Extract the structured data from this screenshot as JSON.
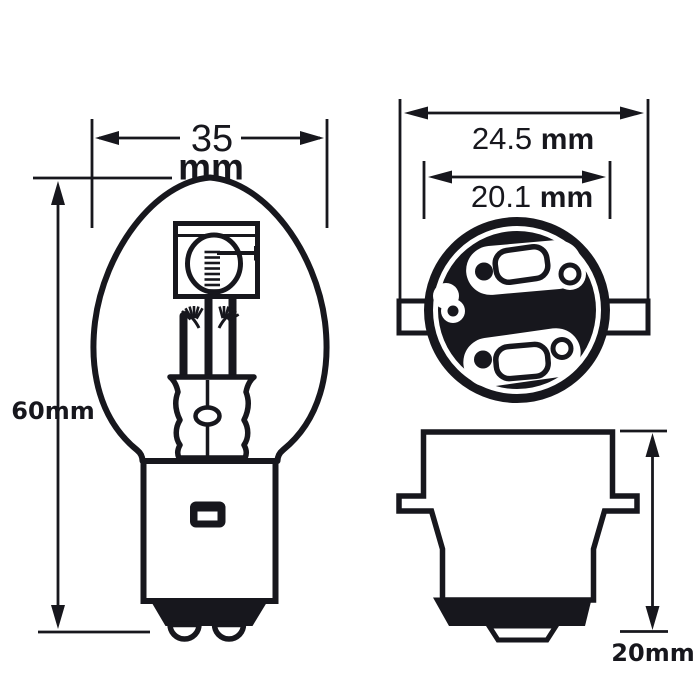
{
  "colors": {
    "ink": "#17171d",
    "background": "#ffffff"
  },
  "diagram": {
    "labels": {
      "bulb_width": {
        "value": "35",
        "unit": "mm"
      },
      "bulb_height": {
        "text": "60mm"
      },
      "base_flange_width": {
        "value": "24.5",
        "unit": "mm"
      },
      "base_diameter": {
        "value": "20.1",
        "unit": "mm"
      },
      "base_height": {
        "text": "20mm"
      }
    }
  }
}
